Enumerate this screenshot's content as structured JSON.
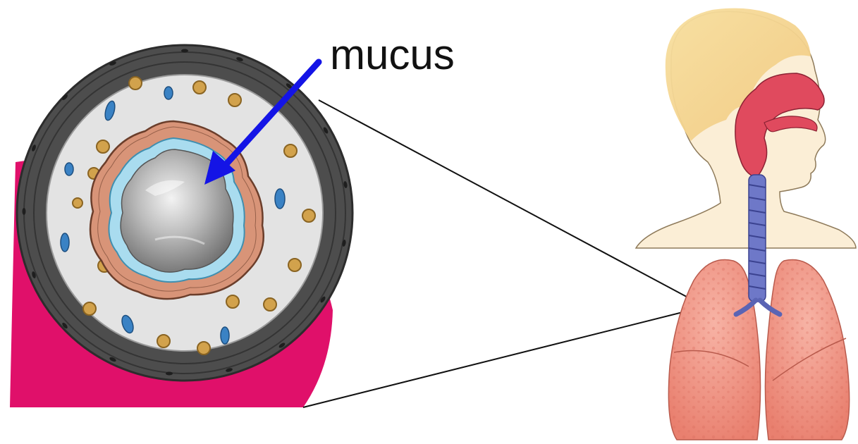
{
  "annotation": {
    "label": "mucus",
    "arrow_color": "#1414e6"
  },
  "colors": {
    "muscle_ring": "#4a4a4a",
    "tissue": "#e2e2e2",
    "epithelium": "#d89478",
    "cilia_layer": "#8fd0ea",
    "lumen": "#9a9a9a",
    "outer_tissue": "#e0106a",
    "airway_red": "#e04a5e",
    "trachea_blue": "#6e78c8",
    "lung": "#f08a78",
    "skin": "#fbeed6",
    "hair": "#f6d58c"
  },
  "icons": [
    "airway-cross-section",
    "respiratory-system-figure"
  ]
}
